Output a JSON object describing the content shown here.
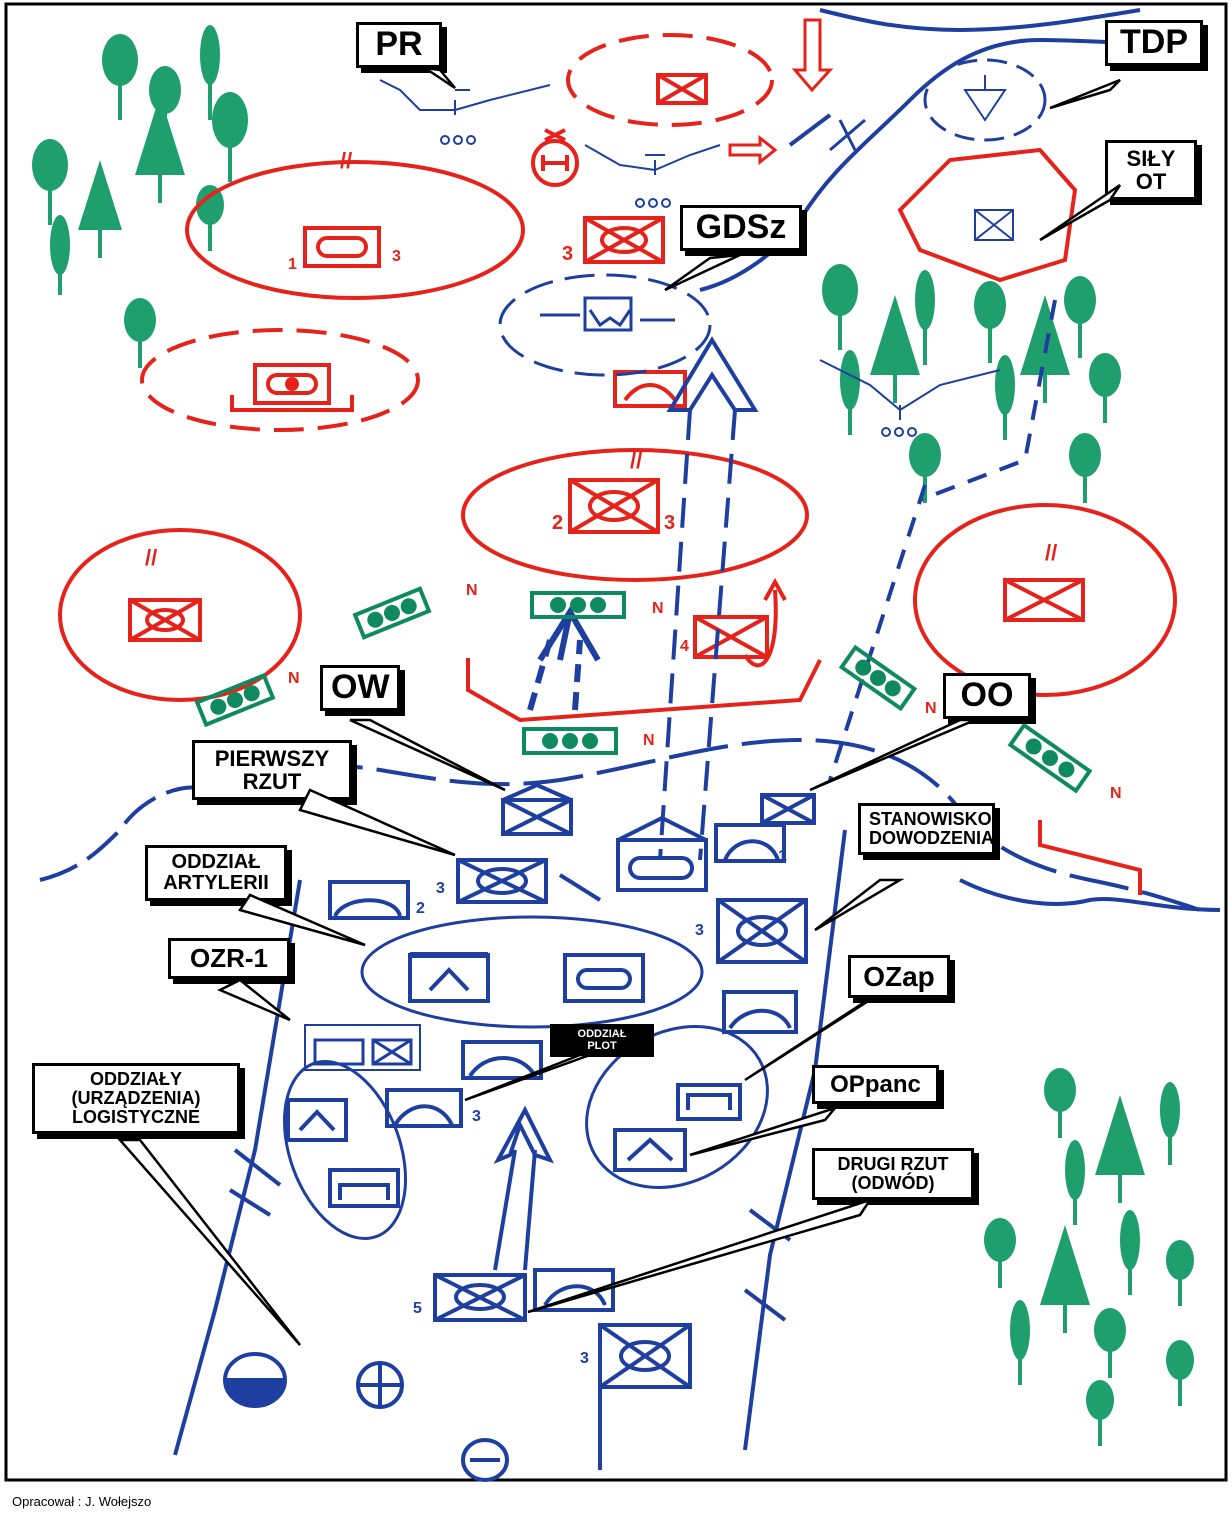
{
  "colors": {
    "enemy": "#e5231b",
    "own": "#1e3fa0",
    "obstacle": "#0f8a5f",
    "tree": "#1f9e6e",
    "frame": "#000000"
  },
  "callouts": {
    "pr": "PR",
    "tdp": "TDP",
    "sily_ot": "SIŁY\nOT",
    "gdsz": "GDSz",
    "ow": "OW",
    "oo": "OO",
    "pierwszy_rzut": "PIERWSZY\nRZUT",
    "stanowisko_dowodzenia": "STANOWISKO\nDOWODZENIA",
    "oddzial_artylerii": "ODDZIAŁ\nARTYLERII",
    "ozr1": "OZR-1",
    "ozap": "OZap",
    "oppanc": "OPpanc",
    "oddzial_plot": "ODDZIAŁ\nPLOT",
    "drugi_rzut": "DRUGI RZUT\n(ODWÓD)",
    "logistyczne": "ODDZIAŁY\n(URZĄDZENIA)\nLOGISTYCZNE"
  },
  "unit_numbers": {
    "n1": "1",
    "n3": "3",
    "n3b": "3",
    "n2": "2",
    "n3c": "3",
    "n4": "4",
    "n3d": "3",
    "n2b": "2",
    "n3e": "3",
    "n1b": "1",
    "n3f": "3",
    "n5": "5",
    "n3g": "3"
  },
  "echelon_marks": {
    "m1": "//",
    "m2": "//",
    "m3": "//",
    "m4": "//"
  },
  "obstacle_labels": {
    "n1": "N",
    "n2": "N",
    "n3": "N",
    "n4": "N",
    "n5": "N",
    "n6": "N"
  },
  "credit": "Opracował : J. Wołejszo"
}
